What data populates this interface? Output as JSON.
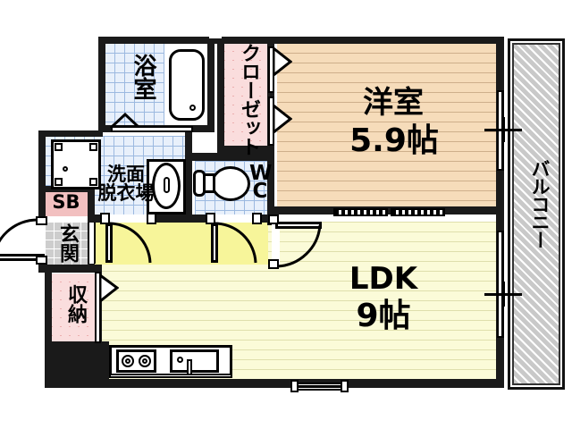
{
  "plan": {
    "type": "japanese-floor-plan",
    "layout_code": "1LDK",
    "background": "#ffffff",
    "wall_color": "#1a1a1a"
  },
  "rooms": [
    {
      "id": "youshitsu",
      "name": "洋室",
      "size": "5.9帖",
      "kind": "western-room",
      "fill": "#f6dcba",
      "pattern": "horizontal-floorboards"
    },
    {
      "id": "ldk",
      "name": "LDK",
      "size": "9帖",
      "kind": "living-dining-kitchen",
      "fill": "#fbfbd8",
      "pattern": "horizontal-floorboards"
    },
    {
      "id": "yokushitsu",
      "name": "浴室",
      "size": "",
      "kind": "bathroom",
      "fill": "#e8f0fb",
      "pattern": "tile-grid"
    },
    {
      "id": "senmen",
      "name": "洗面\n脱衣場",
      "line1": "洗面",
      "line2": "脱衣場",
      "kind": "washroom-changing",
      "fill": "#e8f0fb",
      "pattern": "tile-grid"
    },
    {
      "id": "wc",
      "name": "WC",
      "kind": "toilet",
      "fill": "#e8f0fb",
      "pattern": "tile-grid"
    },
    {
      "id": "closet",
      "name": "クローゼット",
      "kind": "closet",
      "fill": "#fadddd",
      "pattern": "diagonal-crosshatch"
    },
    {
      "id": "shuunou",
      "name": "収納",
      "kind": "storage",
      "fill": "#fadddd",
      "pattern": "diagonal-crosshatch"
    },
    {
      "id": "sb",
      "name": "SB",
      "kind": "shoe-box",
      "fill": "#f2c0c0",
      "pattern": "solid"
    },
    {
      "id": "genkan",
      "name": "玄関",
      "kind": "entrance",
      "fill": "#cdcdcd",
      "pattern": "tile-grid-gray"
    },
    {
      "id": "balcony",
      "name": "バルコニー",
      "kind": "balcony",
      "fill": "#c9c9c9",
      "pattern": "diagonal-hatch"
    }
  ],
  "fixtures": [
    {
      "id": "bathtub",
      "name": "bathtub"
    },
    {
      "id": "washer-space",
      "name": "washing-machine-space"
    },
    {
      "id": "washbasin",
      "name": "wash-basin"
    },
    {
      "id": "toilet",
      "name": "toilet-bowl"
    },
    {
      "id": "gas-stove",
      "name": "two-burner-gas-stove"
    },
    {
      "id": "kitchen-sink",
      "name": "kitchen-sink"
    }
  ],
  "openings": [
    {
      "id": "entrance-door",
      "name": "entrance-door",
      "swing": "outward-left"
    },
    {
      "id": "genkan-hall-door",
      "name": "genkan-hall-door"
    },
    {
      "id": "senmen-door",
      "name": "washroom-door",
      "swing": "into-hall"
    },
    {
      "id": "wc-door",
      "name": "toilet-door",
      "swing": "into-hall"
    },
    {
      "id": "hall-ldk-door",
      "name": "hall-to-ldk-door",
      "swing": "into-ldk"
    },
    {
      "id": "room-ldk-sliding",
      "name": "room-to-ldk-sliding-doors"
    },
    {
      "id": "closet-folding-1",
      "name": "closet-folding-door-upper"
    },
    {
      "id": "closet-folding-2",
      "name": "closet-folding-door-lower"
    },
    {
      "id": "storage-folding",
      "name": "storage-folding-door"
    },
    {
      "id": "balcony-window-room",
      "name": "balcony-sliding-window-room"
    },
    {
      "id": "balcony-window-ldk",
      "name": "balcony-sliding-window-ldk"
    },
    {
      "id": "ldk-bottom-window",
      "name": "ldk-lower-window"
    },
    {
      "id": "bath-door",
      "name": "bathroom-door"
    }
  ],
  "labels": {
    "youshitsu_name": "洋室",
    "youshitsu_size": "5.9帖",
    "ldk_name": "LDK",
    "ldk_size": "9帖",
    "yokushitsu": "浴室",
    "senmen_1": "洗面",
    "senmen_2": "脱衣場",
    "wc_w": "W",
    "wc_c": "C",
    "closet": "クローゼット",
    "shuunou": "収納",
    "sb": "SB",
    "genkan": "玄関",
    "balcony": "バルコニー"
  }
}
